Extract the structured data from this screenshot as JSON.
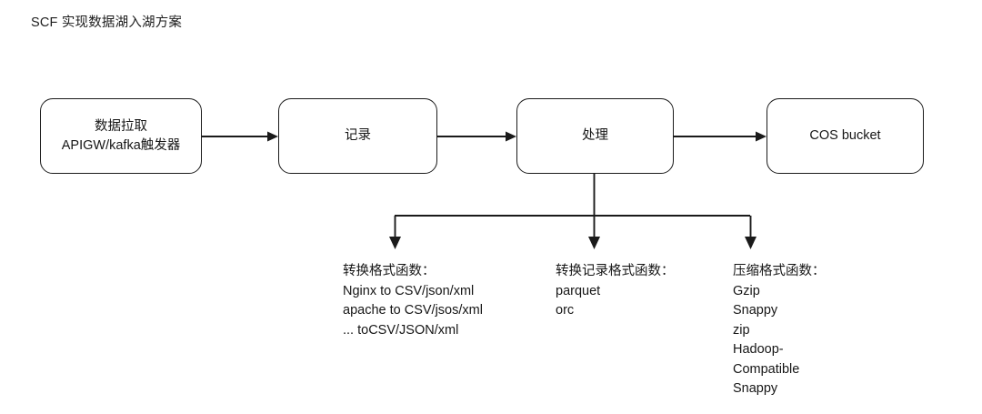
{
  "title": "SCF 实现数据湖入湖方案",
  "flow": {
    "boxes": [
      {
        "name": "data-pull",
        "label": "数据拉取\nAPIGW/kafka触发器"
      },
      {
        "name": "record",
        "label": "记录"
      },
      {
        "name": "process",
        "label": "处理"
      },
      {
        "name": "cos-bucket",
        "label": "COS bucket"
      }
    ]
  },
  "branches": [
    {
      "name": "format-convert",
      "heading": "转换格式函数：",
      "items": [
        "Nginx to CSV/json/xml",
        "apache to CSV/jsos/xml",
        "... toCSV/JSON/xml"
      ],
      "text": "转换格式函数：\nNginx to CSV/json/xml\napache to CSV/jsos/xml\n... toCSV/JSON/xml"
    },
    {
      "name": "record-format",
      "heading": "转换记录格式函数：",
      "items": [
        "parquet",
        "orc"
      ],
      "text": "转换记录格式函数：\nparquet\norc"
    },
    {
      "name": "compression",
      "heading": "压缩格式函数：",
      "items": [
        "Gzip",
        "Snappy",
        "zip",
        "Hadoop-",
        "Compatible",
        "Snappy"
      ],
      "text": "压缩格式函数：\nGzip\nSnappy\nzip\nHadoop-\nCompatible\nSnappy"
    }
  ],
  "colors": {
    "background": "#ffffff",
    "stroke": "#1a1a1a",
    "text": "#161616"
  }
}
